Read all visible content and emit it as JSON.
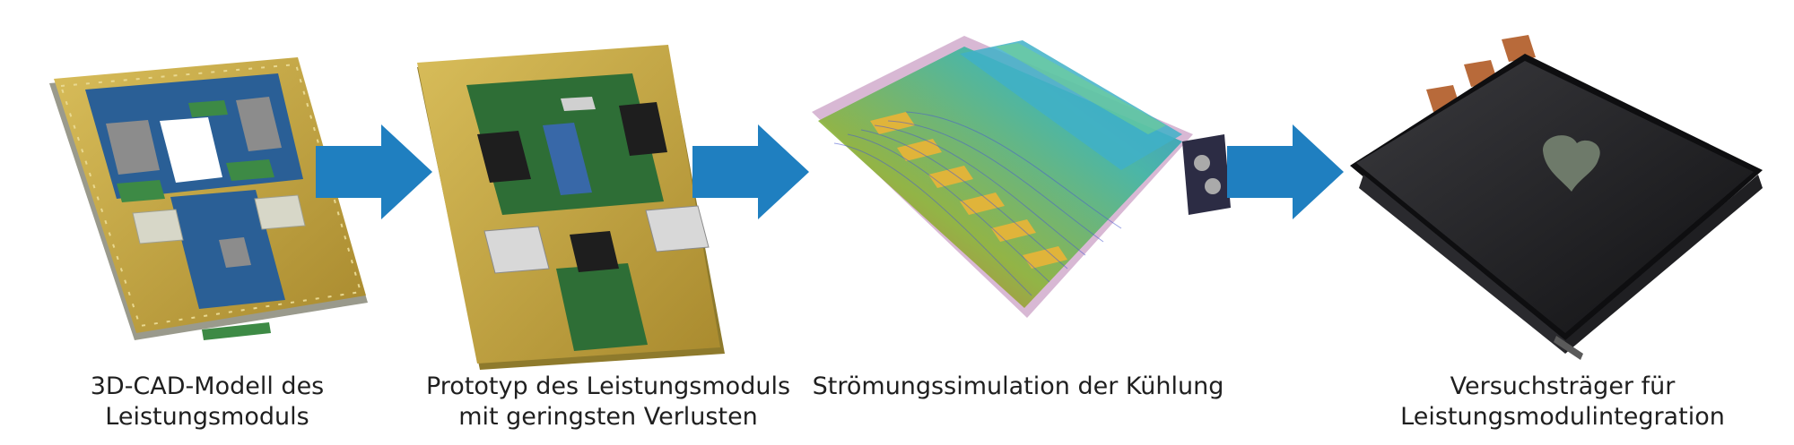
{
  "steps": [
    {
      "id": "cad",
      "caption": [
        "3D-CAD-Modell des",
        "Leistungsmoduls"
      ]
    },
    {
      "id": "prototype",
      "caption": [
        "Prototyp des Leistungsmoduls",
        "mit geringsten Verlusten"
      ]
    },
    {
      "id": "simulation",
      "caption": [
        "Strömungssimulation der Kühlung"
      ]
    },
    {
      "id": "testcarrier",
      "caption": [
        "Versuchsträger für",
        "Leistungsmodulintegration"
      ]
    }
  ],
  "colors": {
    "arrow": "#1f7fc0",
    "pcb_gold": "#c9ac45",
    "pcb_blue": "#24558c",
    "pcb_green": "#2f7a3a",
    "chip_gray": "#7d7d7d",
    "housing_black": "#1b1b1d",
    "copper": "#b86a3a"
  }
}
